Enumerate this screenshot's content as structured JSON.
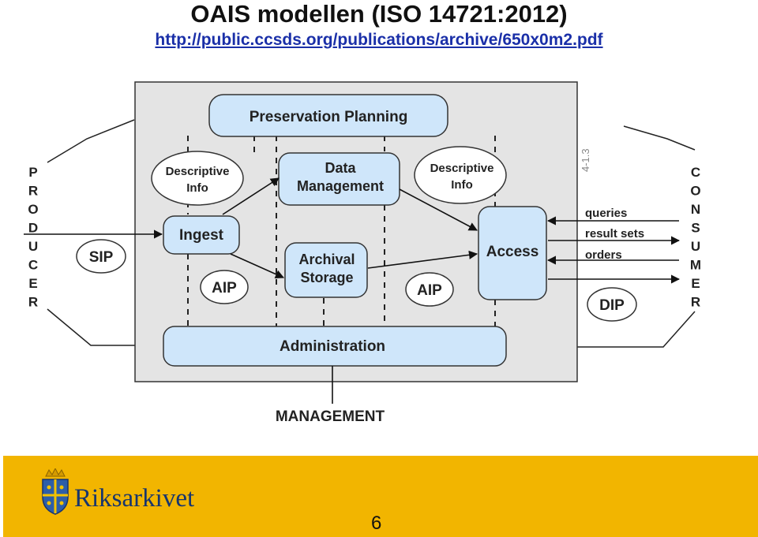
{
  "header": {
    "title": "OAIS modellen (ISO 14721:2012)",
    "url": "http://public.ccsds.org/publications/archive/650x0m2.pdf"
  },
  "diagram": {
    "preservation_planning": "Preservation Planning",
    "data_management": [
      "Data",
      "Management"
    ],
    "descriptive_info_left": [
      "Descriptive",
      "Info"
    ],
    "descriptive_info_right": [
      "Descriptive",
      "Info"
    ],
    "ingest": "Ingest",
    "archival_storage": [
      "Archival",
      "Storage"
    ],
    "access": "Access",
    "administration": "Administration",
    "sip": "SIP",
    "aip_left": "AIP",
    "aip_right": "AIP",
    "dip": "DIP",
    "queries": "queries",
    "result_sets": "result sets",
    "orders": "orders",
    "management": "MANAGEMENT",
    "producer_letters": [
      "P",
      "R",
      "O",
      "D",
      "U",
      "C",
      "E",
      "R"
    ],
    "consumer_letters": [
      "C",
      "O",
      "N",
      "S",
      "U",
      "M",
      "E",
      "R"
    ],
    "figure_ref": "4-1.3"
  },
  "footer": {
    "org_name": "Riksarkivet",
    "page_number": "6"
  },
  "colors": {
    "box_fill": "#cfe6fa",
    "panel_fill": "#e4e4e4",
    "footer_bg": "#f2b500",
    "logo_blue": "#17356e"
  }
}
